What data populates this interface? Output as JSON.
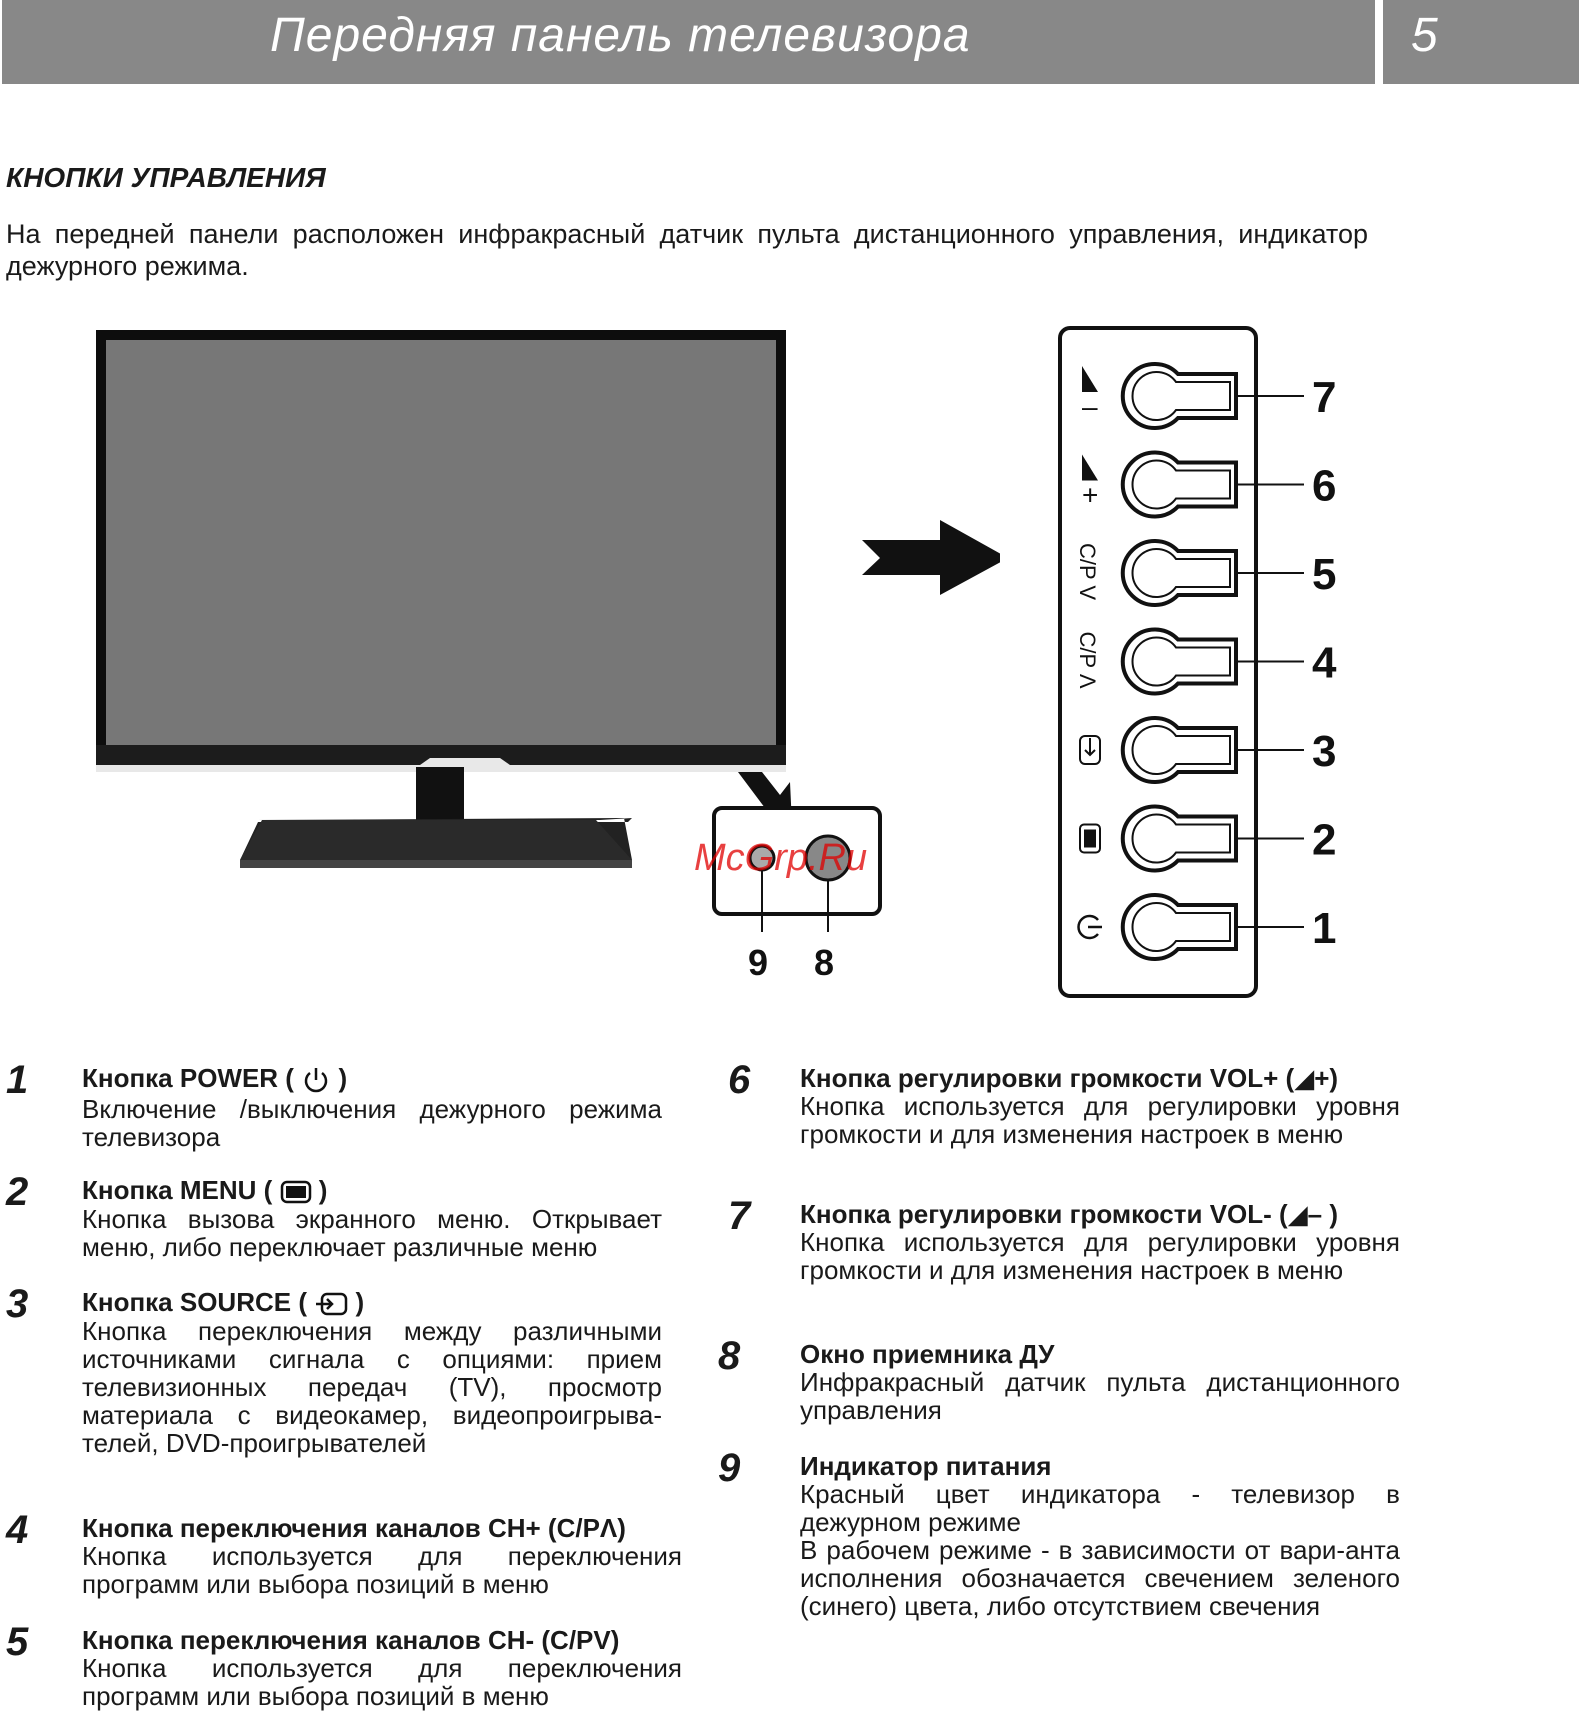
{
  "header": {
    "title": "Передняя панель телевизора",
    "page_number": "5"
  },
  "section": {
    "title": "КНОПКИ УПРАВЛЕНИЯ",
    "intro": "На передней панели расположен инфракрасный датчик пульта дистанционного управления, индикатор дежурного режима."
  },
  "diagram": {
    "panel_labels": [
      "7",
      "6",
      "5",
      "4",
      "3",
      "2",
      "1"
    ],
    "panel_symbols": [
      "◢ –",
      "◢ +",
      "C/P V",
      "C/P Λ",
      "source",
      "menu",
      "power"
    ],
    "sensor_labels": [
      "9",
      "8"
    ],
    "watermark": "McGrp.Ru"
  },
  "items": [
    {
      "num": "1",
      "title_prefix": "Кнопка POWER (",
      "title_suffix": ")",
      "icon": "power-icon",
      "desc": "Включение /выключения дежурного режима телевизора"
    },
    {
      "num": "2",
      "title_prefix": "Кнопка MENU (",
      "title_suffix": ")",
      "icon": "menu-icon",
      "desc": "Кнопка вызова экранного меню. Открывает меню, либо переключает различные меню"
    },
    {
      "num": "3",
      "title_prefix": "Кнопка SOURCE (",
      "title_suffix": ")",
      "icon": "source-icon",
      "desc": "Кнопка переключения между различными источниками сигнала с опциями: прием телевизионных передач (TV), просмотр материала с видеокамер, видеопроигрыва-телей, DVD-проигрывателей"
    },
    {
      "num": "4",
      "title_prefix": "Кнопка переключения каналов CH+ (C/PΛ)",
      "title_suffix": "",
      "icon": "",
      "desc": "Кнопка используется для переключения программ или выбора позиций в меню"
    },
    {
      "num": "5",
      "title_prefix": "Кнопка переключения каналов CH- (C/PV)",
      "title_suffix": "",
      "icon": "",
      "desc": "Кнопка используется для переключения программ или выбора позиций в меню"
    },
    {
      "num": "6",
      "title_prefix": "Кнопка регулировки громкости VOL+ (◢+)",
      "title_suffix": "",
      "icon": "",
      "desc": "Кнопка используется для регулировки уровня громкости и для изменения настроек в меню"
    },
    {
      "num": "7",
      "title_prefix": "Кнопка регулировки громкости VOL- (◢– )",
      "title_suffix": "",
      "icon": "",
      "desc": "Кнопка используется для регулировки уровня громкости и для изменения настроек в меню"
    },
    {
      "num": "8",
      "title_prefix": "Окно приемника ДУ",
      "title_suffix": "",
      "icon": "",
      "desc": "Инфракрасный датчик пульта дистанционного управления"
    },
    {
      "num": "9",
      "title_prefix": "Индикатор питания",
      "title_suffix": "",
      "icon": "",
      "desc": "Красный цвет индикатора - телевизор в дежурном режиме",
      "desc2": "В рабочем режиме - в зависимости от вари-анта исполнения обозначается свечением зеленого (синего) цвета, либо отсутствием свечения"
    }
  ]
}
